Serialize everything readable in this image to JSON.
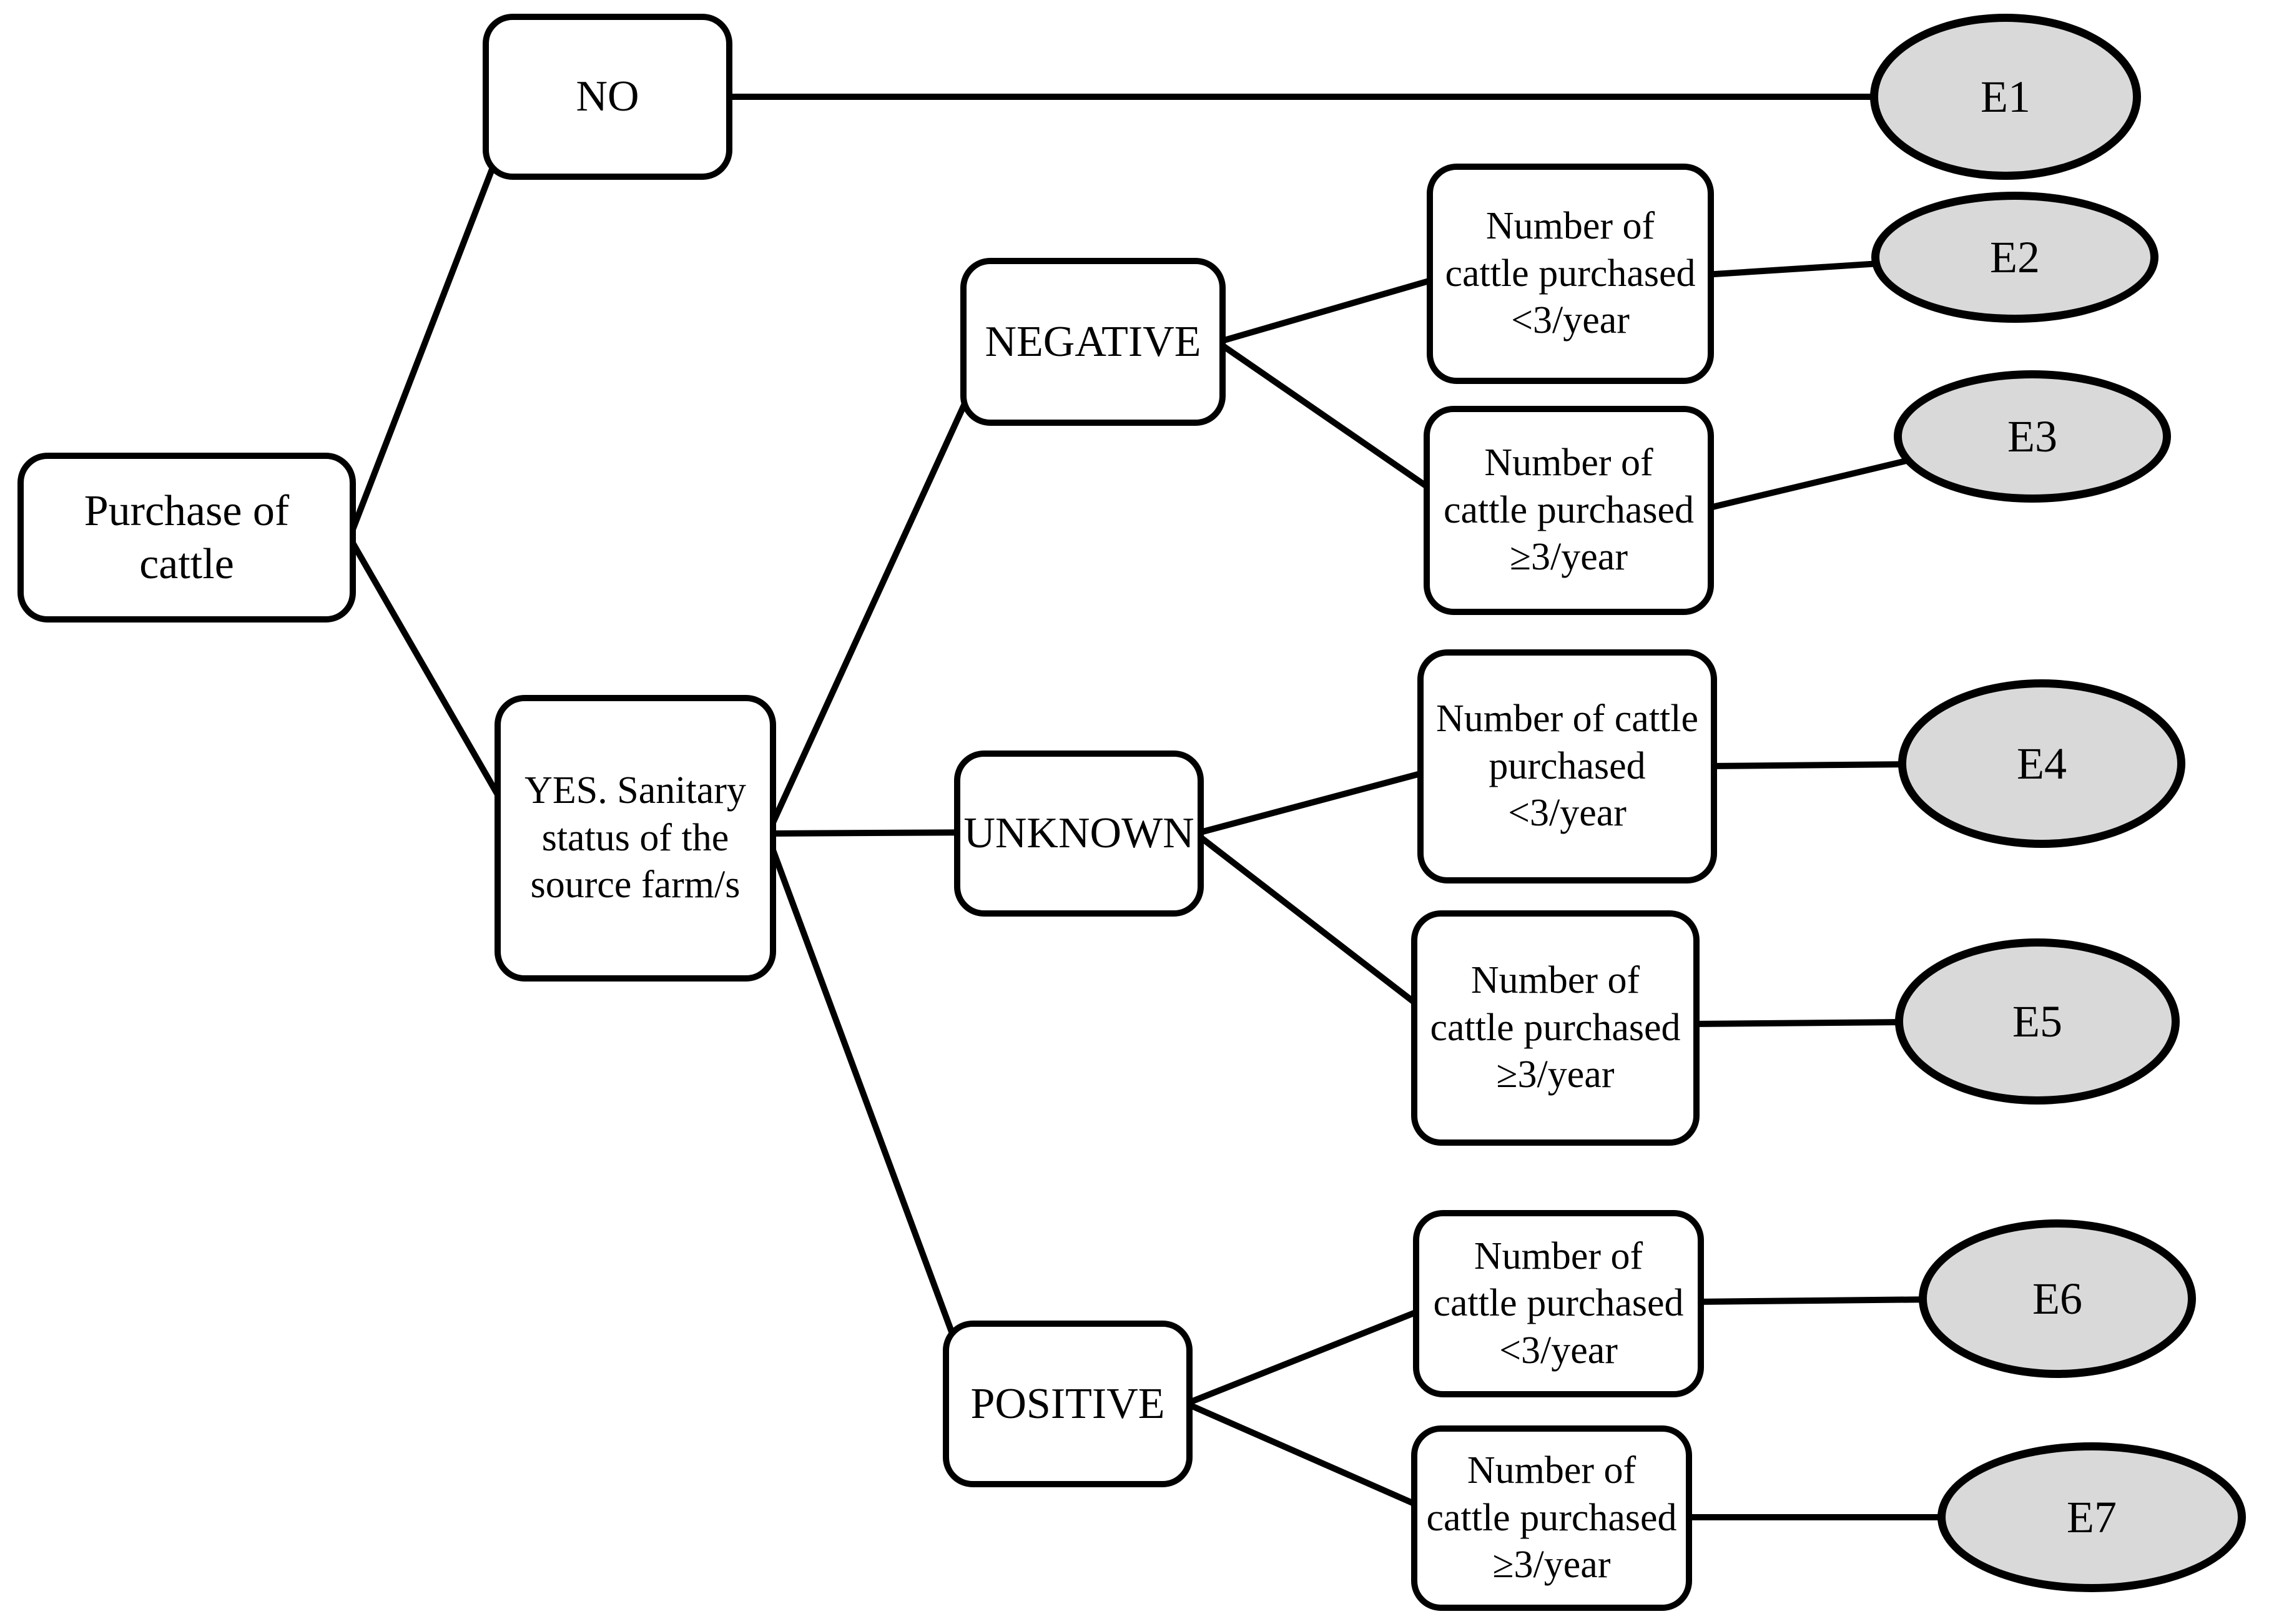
{
  "figure": {
    "type": "decision-tree",
    "root": "Purchase of cattle",
    "no": "NO",
    "yes": "YES. Sanitary status of the source farm/s",
    "negative": "NEGATIVE",
    "unknown": "UNKNOWN",
    "positive": "POSITIVE",
    "neg_lt3": "Number of cattle purchased <3/year",
    "neg_ge3": "Number of cattle purchased ≥3/year",
    "unk_lt3": "Number of cattle purchased <3/year",
    "unk_ge3": "Number of cattle purchased ≥3/year",
    "pos_lt3": "Number of cattle purchased <3/year",
    "pos_ge3": "Number of cattle purchased ≥3/year",
    "e1": "E1",
    "e2": "E2",
    "e3": "E3",
    "e4": "E4",
    "e5": "E5",
    "e6": "E6",
    "e7": "E7"
  },
  "colors": {
    "background": "#ffffff",
    "node_fill": "#ffffff",
    "end_fill": "#d9d9d9",
    "stroke": "#000000"
  }
}
